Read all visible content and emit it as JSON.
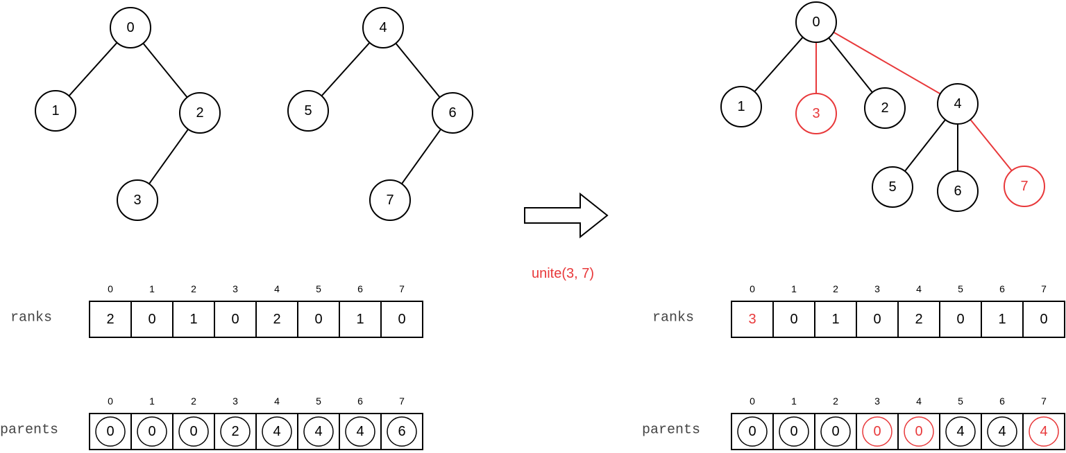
{
  "operation_label": "unite(3, 7)",
  "labels": {
    "ranks": "ranks",
    "parents": "parents"
  },
  "indices": [
    "0",
    "1",
    "2",
    "3",
    "4",
    "5",
    "6",
    "7"
  ],
  "before": {
    "nodes": [
      {
        "id": "0",
        "hl": false
      },
      {
        "id": "1",
        "hl": false
      },
      {
        "id": "2",
        "hl": false
      },
      {
        "id": "3",
        "hl": false
      },
      {
        "id": "4",
        "hl": false
      },
      {
        "id": "5",
        "hl": false
      },
      {
        "id": "6",
        "hl": false
      },
      {
        "id": "7",
        "hl": false
      }
    ],
    "edges": [
      {
        "from": "0",
        "to": "1",
        "hl": false
      },
      {
        "from": "0",
        "to": "2",
        "hl": false
      },
      {
        "from": "2",
        "to": "3",
        "hl": false
      },
      {
        "from": "4",
        "to": "5",
        "hl": false
      },
      {
        "from": "4",
        "to": "6",
        "hl": false
      },
      {
        "from": "6",
        "to": "7",
        "hl": false
      }
    ],
    "ranks": [
      {
        "v": "2",
        "hl": false
      },
      {
        "v": "0",
        "hl": false
      },
      {
        "v": "1",
        "hl": false
      },
      {
        "v": "0",
        "hl": false
      },
      {
        "v": "2",
        "hl": false
      },
      {
        "v": "0",
        "hl": false
      },
      {
        "v": "1",
        "hl": false
      },
      {
        "v": "0",
        "hl": false
      }
    ],
    "parents": [
      {
        "v": "0",
        "hl": false
      },
      {
        "v": "0",
        "hl": false
      },
      {
        "v": "0",
        "hl": false
      },
      {
        "v": "2",
        "hl": false
      },
      {
        "v": "4",
        "hl": false
      },
      {
        "v": "4",
        "hl": false
      },
      {
        "v": "4",
        "hl": false
      },
      {
        "v": "6",
        "hl": false
      }
    ]
  },
  "after": {
    "nodes": [
      {
        "id": "0",
        "hl": false
      },
      {
        "id": "1",
        "hl": false
      },
      {
        "id": "3",
        "hl": true
      },
      {
        "id": "2",
        "hl": false
      },
      {
        "id": "4",
        "hl": false
      },
      {
        "id": "5",
        "hl": false
      },
      {
        "id": "6",
        "hl": false
      },
      {
        "id": "7",
        "hl": true
      }
    ],
    "edges": [
      {
        "from": "0",
        "to": "1",
        "hl": false
      },
      {
        "from": "0",
        "to": "3",
        "hl": true
      },
      {
        "from": "0",
        "to": "2",
        "hl": false
      },
      {
        "from": "0",
        "to": "4",
        "hl": true
      },
      {
        "from": "4",
        "to": "5",
        "hl": false
      },
      {
        "from": "4",
        "to": "6",
        "hl": false
      },
      {
        "from": "4",
        "to": "7",
        "hl": true
      }
    ],
    "ranks": [
      {
        "v": "3",
        "hl": true
      },
      {
        "v": "0",
        "hl": false
      },
      {
        "v": "1",
        "hl": false
      },
      {
        "v": "0",
        "hl": false
      },
      {
        "v": "2",
        "hl": false
      },
      {
        "v": "0",
        "hl": false
      },
      {
        "v": "1",
        "hl": false
      },
      {
        "v": "0",
        "hl": false
      }
    ],
    "parents": [
      {
        "v": "0",
        "hl": false
      },
      {
        "v": "0",
        "hl": false
      },
      {
        "v": "0",
        "hl": false
      },
      {
        "v": "0",
        "hl": true
      },
      {
        "v": "0",
        "hl": true
      },
      {
        "v": "4",
        "hl": false
      },
      {
        "v": "4",
        "hl": false
      },
      {
        "v": "4",
        "hl": true
      }
    ]
  }
}
